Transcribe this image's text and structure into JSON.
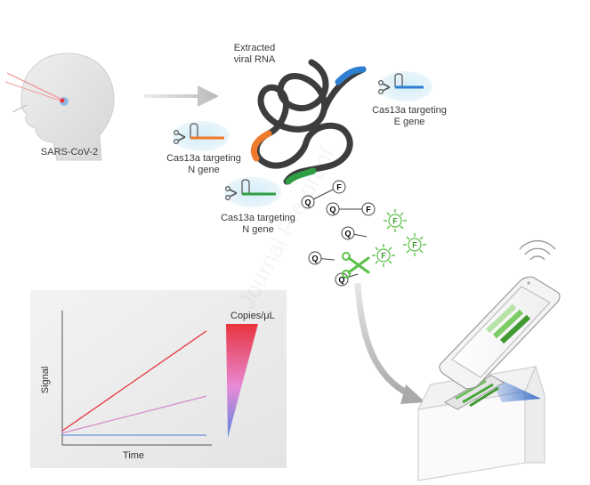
{
  "labels": {
    "sars_cov2": "SARS-CoV-2",
    "extracted_line1": "Extracted",
    "extracted_line2": "viral RNA",
    "cas_e_line1": "Cas13a targeting",
    "cas_e_line2": "E gene",
    "cas_n1_line1": "Cas13a targeting",
    "cas_n1_line2": "N gene",
    "cas_n2_line1": "Cas13a targeting",
    "cas_n2_line2": "N gene"
  },
  "reporter": {
    "quencher": "Q",
    "fluorophore": "F"
  },
  "chart": {
    "xlabel": "Time",
    "ylabel": "Signal",
    "legend_title": "Copies/μL"
  },
  "watermark": "Journal Pre-proof",
  "colors": {
    "rna_strand": "#3d3d3d",
    "e_gene_segment": "#2f7fd1",
    "n_gene_orange": "#f07a2b",
    "n_gene_green": "#2f9e44",
    "fluor_green": "#5cc04a",
    "high_copies": "#e8333d",
    "mid_copies": "#d88ad0",
    "low_copies": "#6a8de0"
  },
  "chart_data": {
    "type": "line",
    "xlabel": "Time",
    "ylabel": "Signal",
    "legend_title": "Copies/μL",
    "series": [
      {
        "color": "#e8333d",
        "x": [
          0,
          1
        ],
        "y": [
          0.04,
          0.96
        ]
      },
      {
        "color": "#d88ad0",
        "x": [
          0,
          1
        ],
        "y": [
          0.02,
          0.36
        ]
      },
      {
        "color": "#6a8de0",
        "x": [
          0,
          1
        ],
        "y": [
          0.0,
          0.0
        ]
      }
    ]
  }
}
